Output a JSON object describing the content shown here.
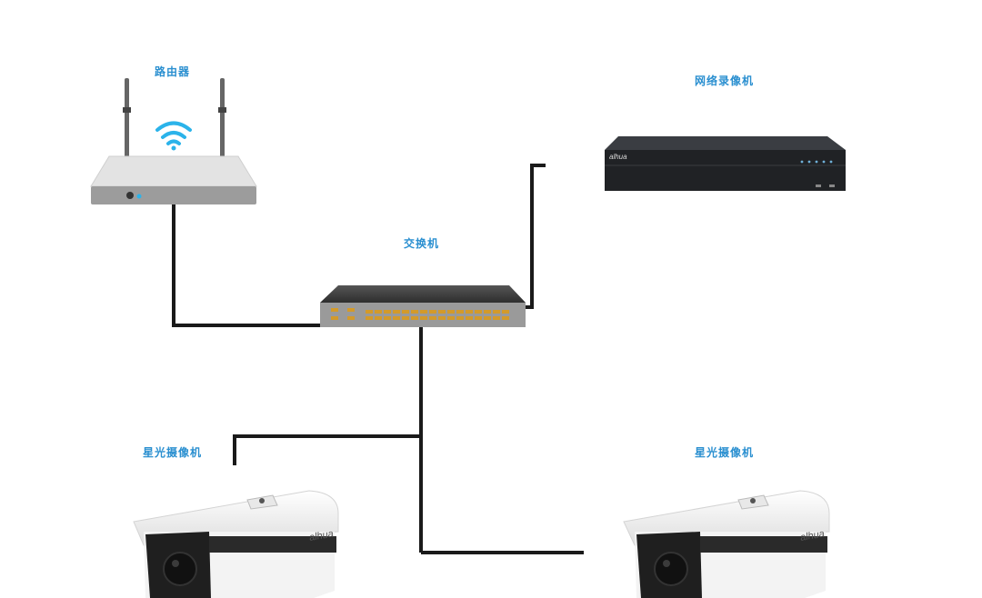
{
  "labels": {
    "router": "路由器",
    "nvr": "网络录像机",
    "switch": "交换机",
    "camera_left": "星光摄像机",
    "camera_right": "星光摄像机"
  },
  "devices": {
    "nvr_brand": "alhua",
    "camera_left_brand": "alhua",
    "camera_right_brand": "alhua"
  },
  "colors": {
    "label": "#2a8fd0",
    "cable": "#1a1a1a",
    "wifi": "#2bb3ea",
    "port": "#d39a2a"
  }
}
